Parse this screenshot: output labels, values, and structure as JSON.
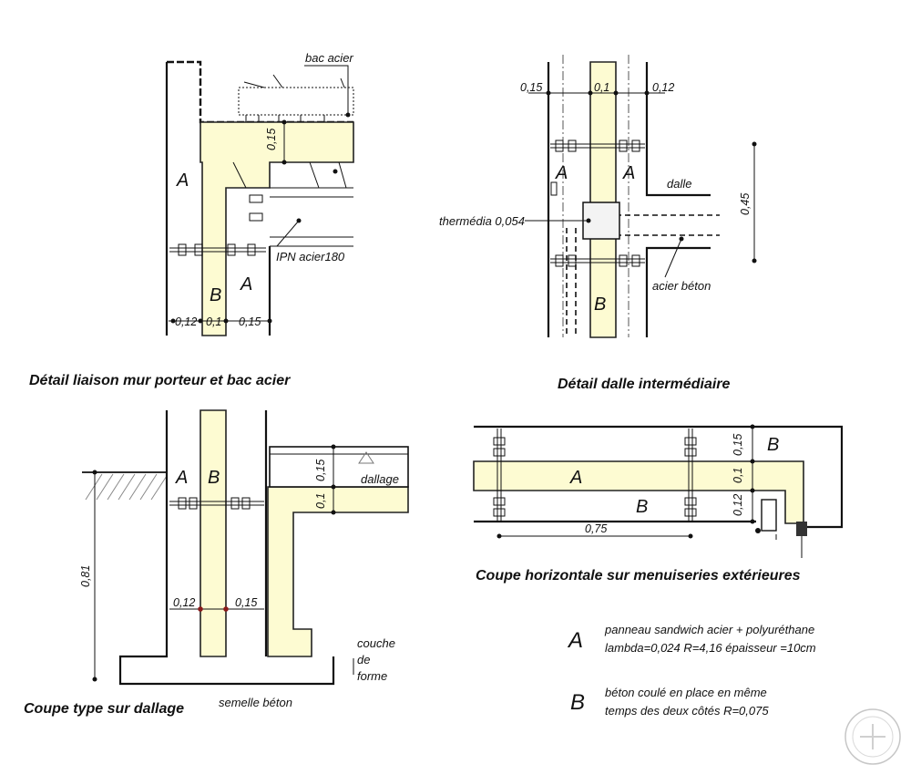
{
  "colors": {
    "core_fill": "#fdfbd2",
    "line": "#111111",
    "accent_dot": "#8b1a1a"
  },
  "detail1": {
    "caption": "Détail liaison mur porteur et bac acier",
    "label_bac": "bac acier",
    "label_ipn": "IPN acier180",
    "dim_015": "0,15",
    "dim_012": "0,12",
    "dim_01": "0,1",
    "dim_015b": "0,15",
    "letter_a1": "A",
    "letter_a2": "A",
    "letter_b": "B"
  },
  "detail2": {
    "caption": "Détail dalle intermédiaire",
    "dim_015": "0,15",
    "dim_01": "0,1",
    "dim_012": "0,12",
    "dim_045": "0,45",
    "label_dalle": "dalle",
    "label_thermedia": "thermédia 0,054",
    "label_acier": "acier béton",
    "letter_a1": "A",
    "letter_a2": "A",
    "letter_b": "B"
  },
  "detail3": {
    "caption": "Coupe type sur dallage",
    "dim_015": "0,15",
    "dim_01": "0,1",
    "dim_081": "0,81",
    "dim_012": "0,12",
    "dim_015b": "0,15",
    "label_dallage": "dallage",
    "label_couche": "couche",
    "label_de": "de",
    "label_forme": "forme",
    "label_semelle": "semelle béton",
    "letter_a": "A",
    "letter_b": "B"
  },
  "detail4": {
    "caption": "Coupe horizontale sur menuiseries extérieures",
    "dim_015": "0,15",
    "dim_01": "0,1",
    "dim_012": "0,12",
    "dim_075": "0,75",
    "letter_a": "A",
    "letter_b1": "B",
    "letter_b2": "B"
  },
  "legend": {
    "a_letter": "A",
    "a_line1": "panneau sandwich acier + polyuréthane",
    "a_line2": "lambda=0,024 R=4,16  épaisseur =10cm",
    "b_letter": "B",
    "b_line1": "béton coulé en place en même",
    "b_line2": "temps des deux côtés  R=0,075"
  }
}
